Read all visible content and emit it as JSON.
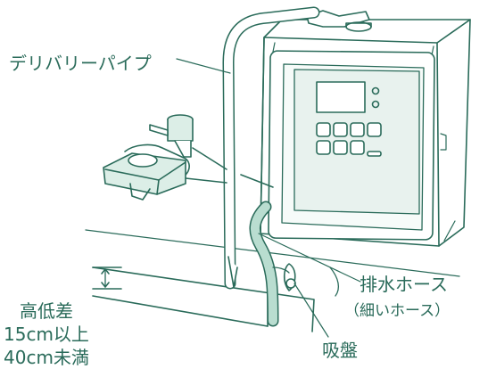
{
  "labels": {
    "delivery_pipe": "デリバリーパイプ",
    "drain_hose": "排水ホース",
    "drain_hose_note": "（細いホース）",
    "suction_cup": "吸盤",
    "height_title": "高低差",
    "height_min": "15cm以上",
    "height_max": "40cm未満"
  },
  "colors": {
    "line": "#2a6b5a",
    "panel_fill": "#e8f2ee",
    "faucet_fill": "#dceee7",
    "hose_fill": "#b9ddd0",
    "text": "#2a6b5a"
  }
}
